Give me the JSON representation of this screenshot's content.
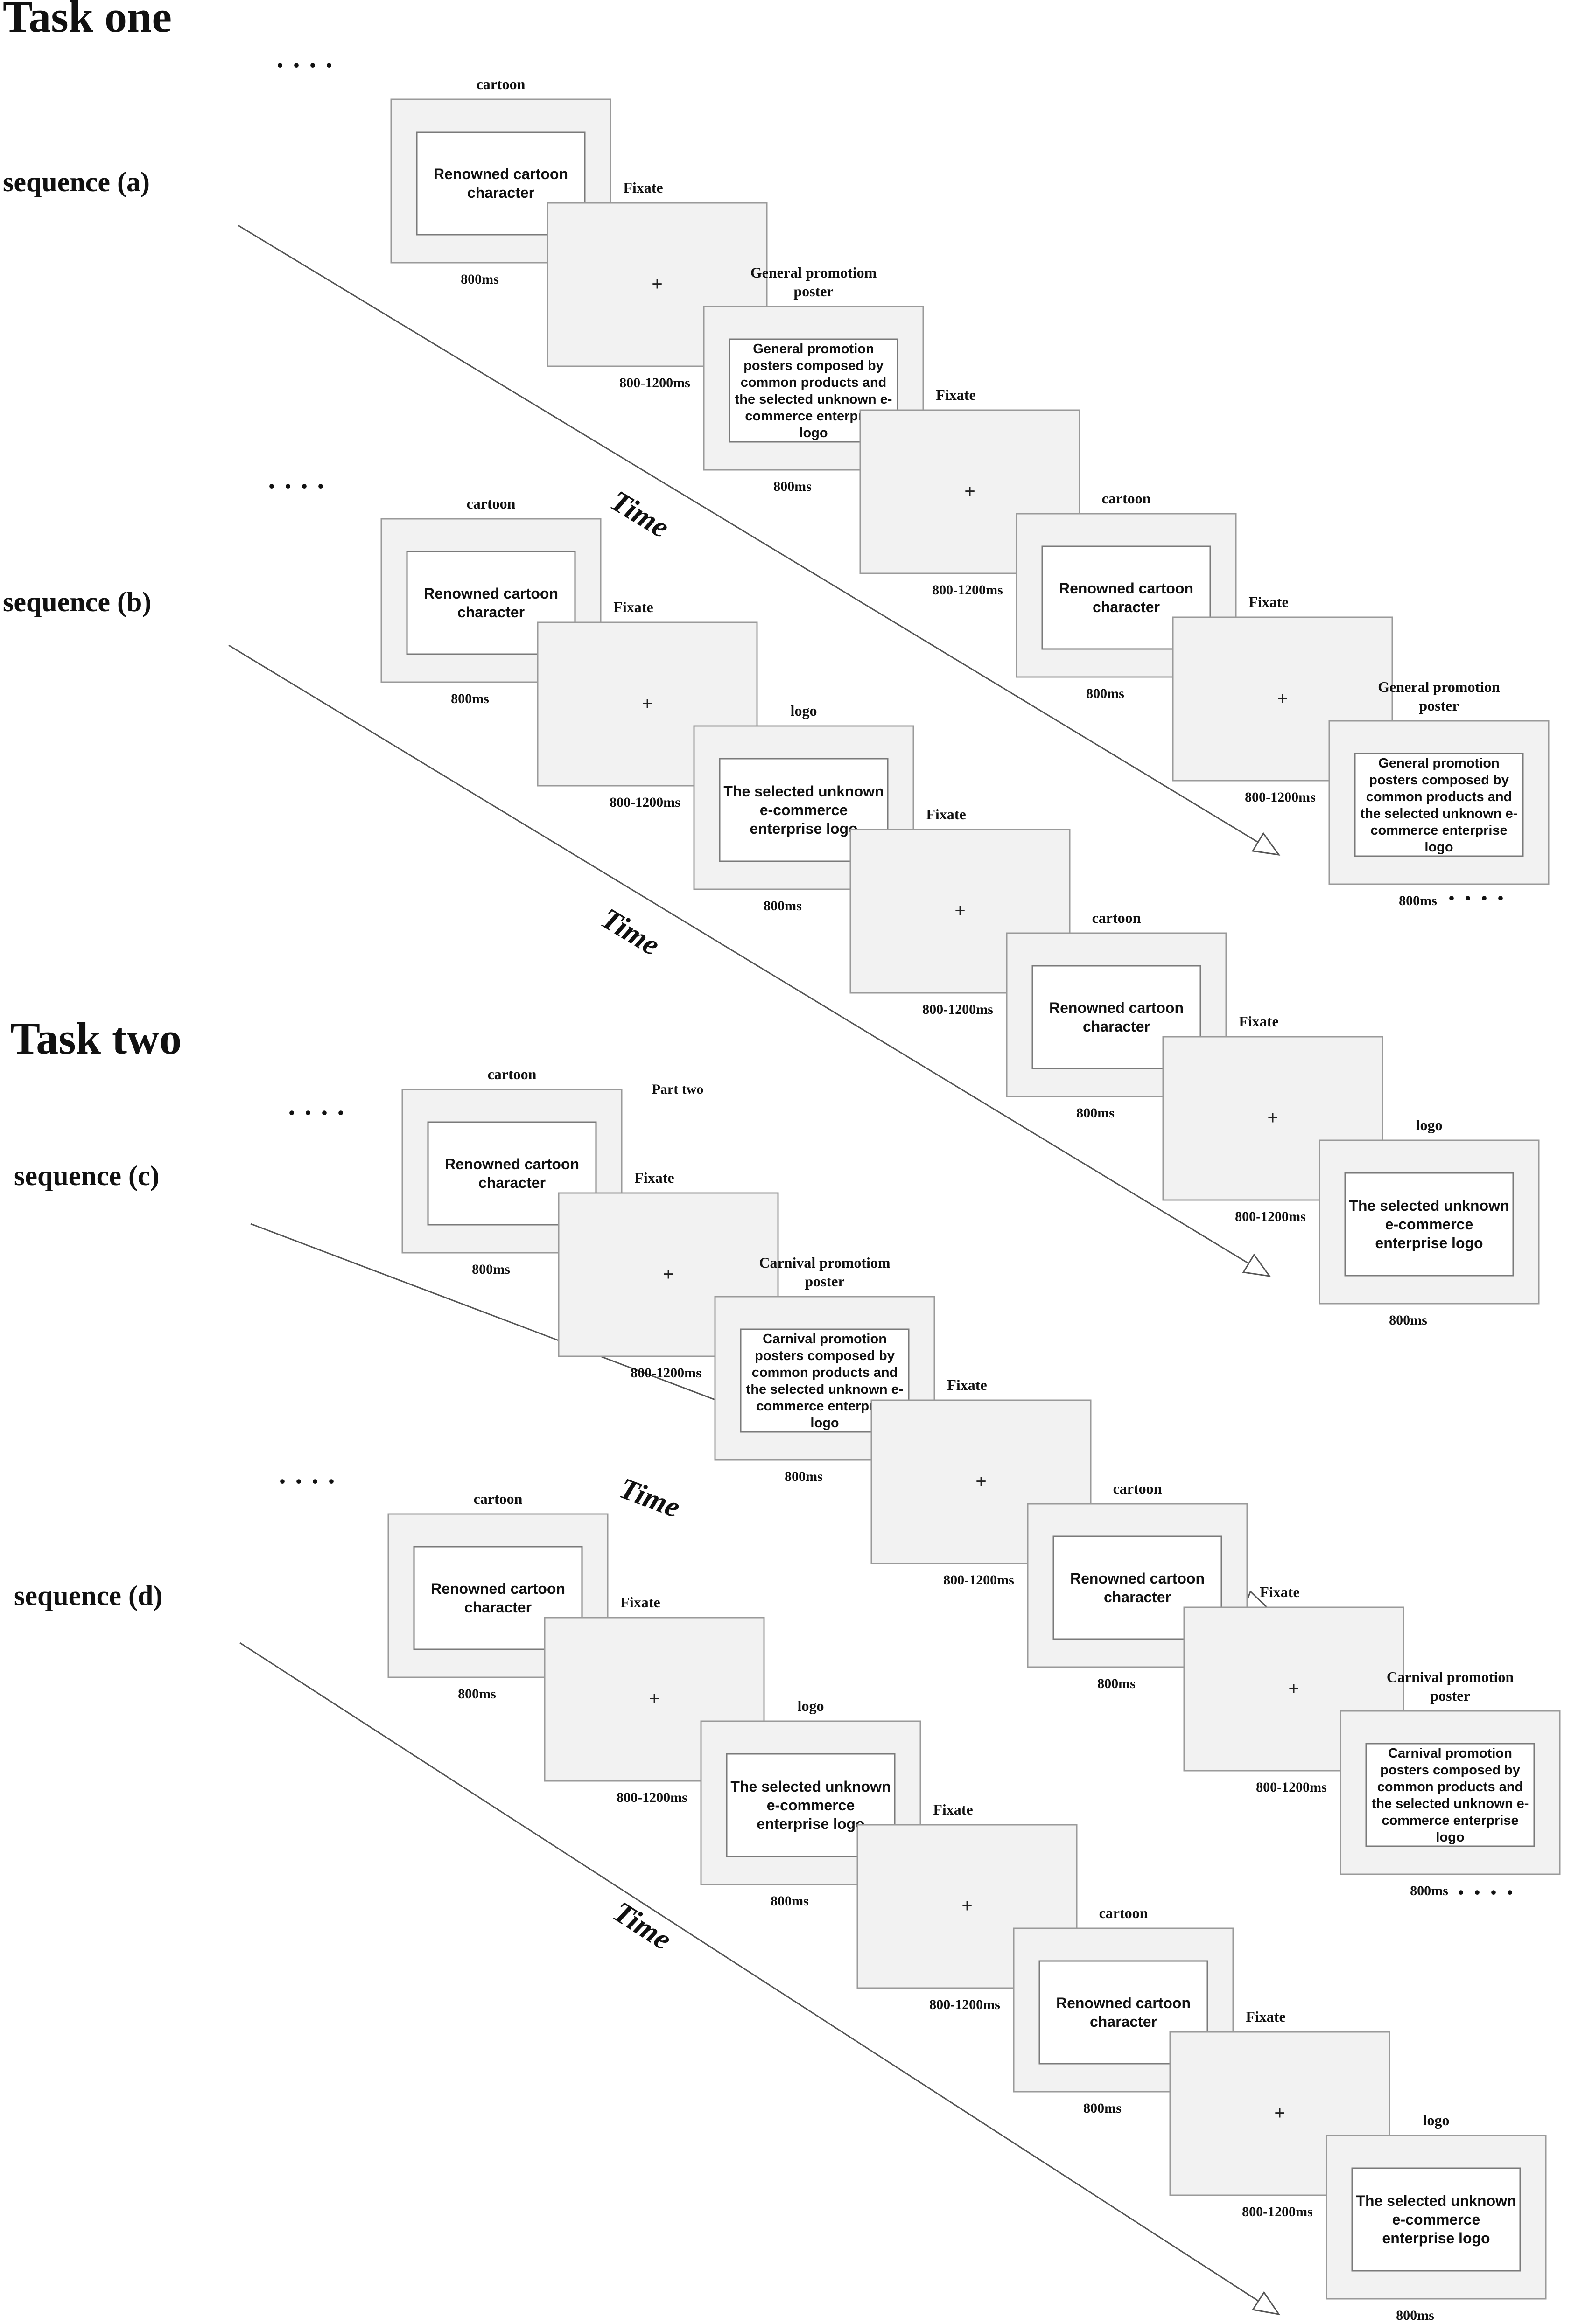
{
  "tasks": [
    {
      "label": "Task one"
    },
    {
      "label": "Task two"
    }
  ],
  "part_label": "Part two",
  "time_label": "Time",
  "ellipsis": "· · · ·",
  "sequences": [
    {
      "label": "sequence  (a)",
      "steps": [
        {
          "kind": "stim",
          "title": [
            "cartoon"
          ],
          "body": [
            "Renowned cartoon",
            "character"
          ],
          "duration": "800ms"
        },
        {
          "kind": "fix",
          "title": [
            "Fixate"
          ],
          "body": [
            "+"
          ],
          "duration": "800-1200ms"
        },
        {
          "kind": "stim",
          "title": [
            "General promotiom",
            "poster"
          ],
          "body": [
            "General promotion",
            "posters  composed by",
            "common products and",
            "the selected unknown e-",
            "commerce enterprise",
            "logo"
          ],
          "duration": "800ms"
        },
        {
          "kind": "fix",
          "title": [
            "Fixate"
          ],
          "body": [
            "+"
          ],
          "duration": "800-1200ms"
        },
        {
          "kind": "stim",
          "title": [
            "cartoon"
          ],
          "body": [
            "Renowned cartoon",
            "character"
          ],
          "duration": "800ms"
        },
        {
          "kind": "fix",
          "title": [
            "Fixate"
          ],
          "body": [
            "+"
          ],
          "duration": "800-1200ms"
        },
        {
          "kind": "stim",
          "title": [
            "General promotion",
            "poster"
          ],
          "body": [
            "General promotion",
            "posters  composed by",
            "common products and",
            "the selected unknown e-",
            "commerce enterprise",
            "logo"
          ],
          "duration": "800ms"
        }
      ]
    },
    {
      "label": "sequence  (b)",
      "steps": [
        {
          "kind": "stim",
          "title": [
            "cartoon"
          ],
          "body": [
            "Renowned cartoon",
            "character"
          ],
          "duration": "800ms"
        },
        {
          "kind": "fix",
          "title": [
            "Fixate"
          ],
          "body": [
            "+"
          ],
          "duration": "800-1200ms"
        },
        {
          "kind": "stim",
          "title": [
            "logo"
          ],
          "body": [
            "The selected unknown",
            "e-commerce",
            "enterprise logo"
          ],
          "duration": "800ms"
        },
        {
          "kind": "fix",
          "title": [
            "Fixate"
          ],
          "body": [
            "+"
          ],
          "duration": "800-1200ms"
        },
        {
          "kind": "stim",
          "title": [
            "cartoon"
          ],
          "body": [
            "Renowned cartoon",
            "character"
          ],
          "duration": "800ms"
        },
        {
          "kind": "fix",
          "title": [
            "Fixate"
          ],
          "body": [
            "+"
          ],
          "duration": "800-1200ms"
        },
        {
          "kind": "stim",
          "title": [
            "logo"
          ],
          "body": [
            "The selected unknown",
            "e-commerce",
            "enterprise logo"
          ],
          "duration": "800ms"
        }
      ]
    },
    {
      "label": "sequence  (c)",
      "steps": [
        {
          "kind": "stim",
          "title": [
            "cartoon"
          ],
          "body": [
            "Renowned cartoon",
            "character"
          ],
          "duration": "800ms"
        },
        {
          "kind": "fix",
          "title": [
            "Fixate"
          ],
          "body": [
            "+"
          ],
          "duration": "800-1200ms"
        },
        {
          "kind": "stim",
          "title": [
            "Carnival promotiom",
            "poster"
          ],
          "body": [
            "Carnival promotion",
            "posters  composed by",
            "common products and",
            "the selected unknown e-",
            "commerce enterprise",
            "logo"
          ],
          "duration": "800ms"
        },
        {
          "kind": "fix",
          "title": [
            "Fixate"
          ],
          "body": [
            "+"
          ],
          "duration": "800-1200ms"
        },
        {
          "kind": "stim",
          "title": [
            "cartoon"
          ],
          "body": [
            "Renowned cartoon",
            "character"
          ],
          "duration": "800ms"
        },
        {
          "kind": "fix",
          "title": [
            "Fixate"
          ],
          "body": [
            "+"
          ],
          "duration": "800-1200ms"
        },
        {
          "kind": "stim",
          "title": [
            "Carnival promotion",
            "poster"
          ],
          "body": [
            "Carnival promotion",
            "posters  composed by",
            "common products and",
            "the selected unknown e-",
            "commerce enterprise",
            "logo"
          ],
          "duration": "800ms"
        }
      ]
    },
    {
      "label": "sequence  (d)",
      "steps": [
        {
          "kind": "stim",
          "title": [
            "cartoon"
          ],
          "body": [
            "Renowned cartoon",
            "character"
          ],
          "duration": "800ms"
        },
        {
          "kind": "fix",
          "title": [
            "Fixate"
          ],
          "body": [
            "+"
          ],
          "duration": "800-1200ms"
        },
        {
          "kind": "stim",
          "title": [
            "logo"
          ],
          "body": [
            "The selected unknown",
            "e-commerce",
            "enterprise logo"
          ],
          "duration": "800ms"
        },
        {
          "kind": "fix",
          "title": [
            "Fixate"
          ],
          "body": [
            "+"
          ],
          "duration": "800-1200ms"
        },
        {
          "kind": "stim",
          "title": [
            "cartoon"
          ],
          "body": [
            "Renowned cartoon",
            "character"
          ],
          "duration": "800ms"
        },
        {
          "kind": "fix",
          "title": [
            "Fixate"
          ],
          "body": [
            "+"
          ],
          "duration": "800-1200ms"
        },
        {
          "kind": "stim",
          "title": [
            "logo"
          ],
          "body": [
            "The selected unknown",
            "e-commerce",
            "enterprise logo"
          ],
          "duration": "800ms"
        }
      ]
    }
  ],
  "colors": {
    "panel_fill": "#f2f2f2",
    "panel_stroke": "#9a9a9a",
    "inner_fill": "#ffffff",
    "inner_stroke": "#7a7a7a",
    "arrow_stroke": "#555555",
    "text": "#111111"
  }
}
